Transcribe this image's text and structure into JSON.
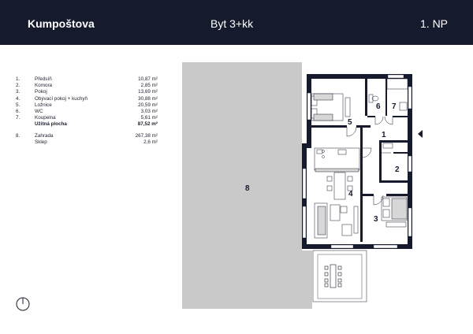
{
  "header": {
    "project_name": "Kumpoštova",
    "apartment_type": "Byt 3+kk",
    "floor": "1. NP"
  },
  "legend": {
    "rooms": [
      {
        "number": "1.",
        "name": "Předsíň",
        "area": "10,87 m²"
      },
      {
        "number": "2.",
        "name": "Komora",
        "area": "2,85 m²"
      },
      {
        "number": "3.",
        "name": "Pokoj",
        "area": "13,69 m²"
      },
      {
        "number": "4.",
        "name": "Obývací pokoj + kuchyň",
        "area": "30,88 m²"
      },
      {
        "number": "5.",
        "name": "Ložnice",
        "area": "20,59 m²"
      },
      {
        "number": "6.",
        "name": "WC",
        "area": "3,03 m²"
      },
      {
        "number": "7.",
        "name": "Koupelna",
        "area": "5,61 m²"
      }
    ],
    "total": {
      "name": "Užitná plocha",
      "area": "87,52 m²"
    },
    "extras": [
      {
        "number": "8.",
        "name": "Zahrada",
        "area": "267,38 m²"
      },
      {
        "number": "",
        "name": "Sklep",
        "area": "2,6 m²"
      }
    ]
  },
  "plan": {
    "room_labels": [
      "1",
      "2",
      "3",
      "4",
      "5",
      "6",
      "7",
      "8"
    ],
    "garden_color": "#c9c9c9",
    "wall_color": "#161a2d"
  },
  "icons": {
    "compass": "north-compass-icon"
  }
}
